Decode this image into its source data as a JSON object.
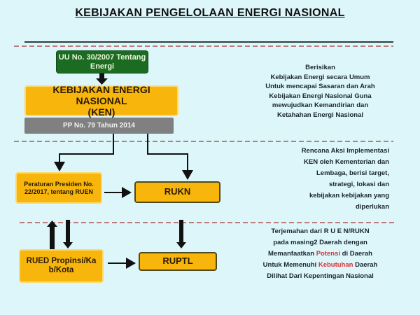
{
  "title": "KEBIJAKAN PENGELOLAAN ENERGI NASIONAL",
  "boxes": {
    "uu": "UU No. 30/2007 Tentang Energi",
    "ken_line1": "KEBIJAKAN ENERGI NASIONAL",
    "ken_line2": "(KEN)",
    "pp": "PP No. 79 Tahun 2014",
    "perpres": "Peraturan Presiden No. 22/2017, tentang RUEN",
    "rukn": "RUKN",
    "rued": "RUED Propinsi/Kab/Kota",
    "ruptl": "RUPTL"
  },
  "notes": {
    "ken": [
      "Berisikan",
      "Kebijakan Energi secara Umum",
      "Untuk mencapai Sasaran dan Arah",
      "Kebijakan Energi Nasional Guna",
      "mewujudkan Kemandirian dan",
      "Ketahahan Energi Nasional"
    ],
    "ruen": [
      "Rencana Aksi Implementasi",
      "KEN oleh Kementerian dan",
      "Lembaga, berisi target,",
      "strategi, lokasi dan",
      "kebijakan kebijakan yang",
      "diperlukan"
    ],
    "rued": {
      "l1": "Terjemahan dari R U E N/RUKN",
      "l2": "pada masing2 Daerah dengan",
      "l3a": "Memanfaatkan ",
      "l3b": "Potensi",
      "l3c": " di Daerah",
      "l4a": "Untuk Memenuhi ",
      "l4b": "Kebutuhan",
      "l4c": " Daerah",
      "l5": "Dilihat Dari Kepentingan Nasional"
    }
  },
  "colors": {
    "background": "#dcf6f9",
    "yellow": "#f8b60c",
    "green": "#1c6b22",
    "gray": "#808080",
    "highlight": "#d8303a"
  }
}
